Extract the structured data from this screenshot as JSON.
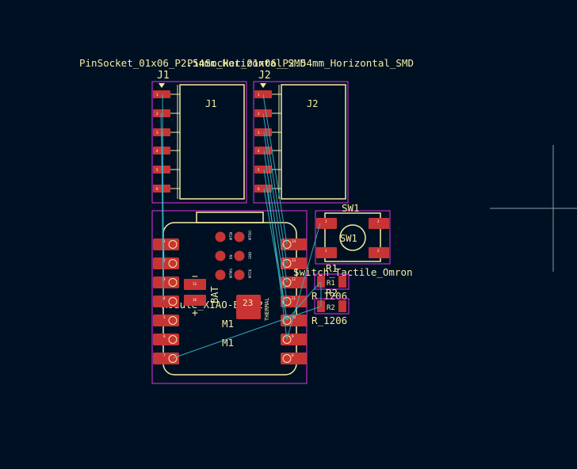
{
  "footprints": {
    "j1": {
      "ref": "J1",
      "value": "PinSocket_01x06_P2.54mm_Horizontal_SMD",
      "pads": [
        "1",
        "2",
        "3",
        "4",
        "5",
        "6"
      ]
    },
    "j2": {
      "ref": "J2",
      "value": "PinSocket_01x06_P2.54mm_Horizontal_SMD",
      "pads": [
        "1",
        "2",
        "3",
        "4",
        "5",
        "6"
      ]
    },
    "sw1": {
      "ref": "SW1",
      "value": "Switch_Tactile_Omron",
      "pads": [
        "1",
        "2",
        "1",
        "2"
      ]
    },
    "r1": {
      "ref": "R1",
      "value": "R_1206",
      "pad_ref": "R1"
    },
    "r2": {
      "ref": "R2",
      "value": "R_1206",
      "pad_ref": "R2"
    },
    "m1": {
      "ref": "M1",
      "value": "Module_XIAO-ESP32",
      "ref_fab": "M1",
      "left_pads": [
        "1",
        "2",
        "3",
        "4",
        "5",
        "6",
        "7"
      ],
      "right_pads": [
        "14",
        "13",
        "12",
        "11",
        "10",
        "9",
        "8"
      ],
      "center_pads": [
        "MTDI",
        "MTDO",
        "EN",
        "GND",
        "MTMS",
        "MTCK"
      ],
      "bat_label": "BAT",
      "bat_minus": "−",
      "bat_plus": "+",
      "bat_pads": [
        "15",
        "16"
      ],
      "thermal_pad": "23",
      "thermal_label": "THERMAL"
    }
  },
  "colors": {
    "background": "#001023",
    "silkscreen": "#f2eda1",
    "pad": "#c83434",
    "courtyard": "#e532e5",
    "ratsnest": "#39b6c4",
    "crosshair": "#8a9aa8"
  }
}
